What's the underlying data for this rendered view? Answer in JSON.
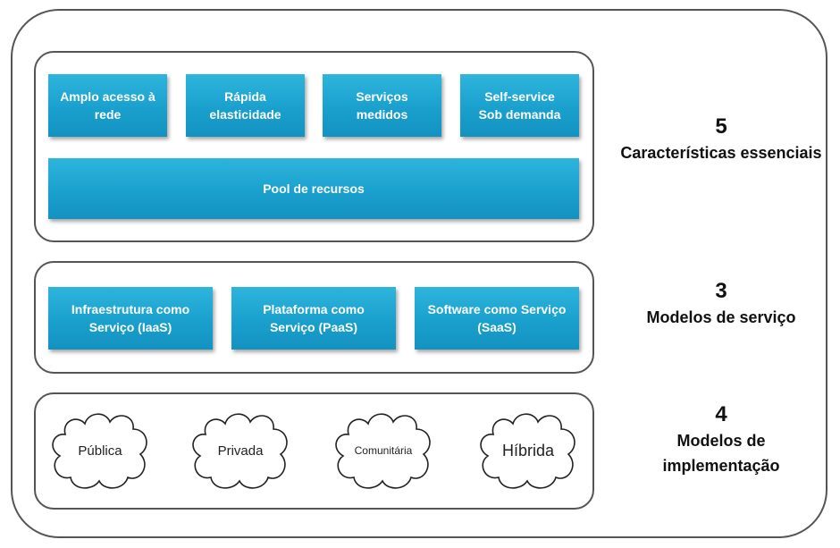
{
  "essential": {
    "number": "5",
    "title": "Características essenciais",
    "items": [
      {
        "line1": "Amplo acesso à",
        "line2": "rede"
      },
      {
        "line1": "Rápida",
        "line2": "elasticidade"
      },
      {
        "line1": "Serviços",
        "line2": "medidos"
      },
      {
        "line1": "Self-service",
        "line2": "Sob demanda"
      }
    ],
    "pool": "Pool de recursos"
  },
  "service": {
    "number": "3",
    "title": "Modelos de serviço",
    "items": [
      {
        "line1": "Infraestrutura como",
        "line2": "Serviço (IaaS)"
      },
      {
        "line1": "Plataforma como",
        "line2": "Serviço (PaaS)"
      },
      {
        "line1": "Software como Serviço",
        "line2": "(SaaS)"
      }
    ]
  },
  "deployment": {
    "number": "4",
    "title_line1": "Modelos de",
    "title_line2": "implementação",
    "items": [
      "Pública",
      "Privada",
      "Comunitária",
      "Híbrida"
    ]
  },
  "colors": {
    "box_fill": "#1ba2cf",
    "box_text": "#ffffff",
    "border": "#555555",
    "label_text": "#111111"
  },
  "icons": {
    "cloud": "cloud-icon"
  }
}
